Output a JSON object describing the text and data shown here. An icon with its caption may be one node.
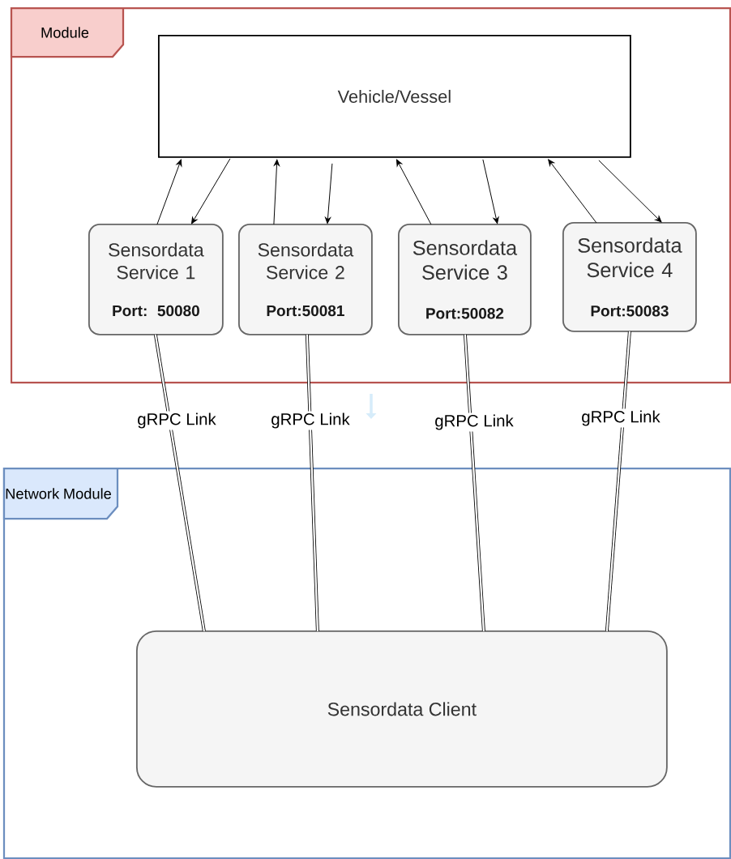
{
  "diagram": {
    "nodes": [
      {
        "text": [
          "Module"
        ]
      },
      {
        "text": [
          "Vehicle/Vessel"
        ],
        "in": 0
      },
      {
        "text": [
          "Sensordata Service 1",
          "Port: 50080"
        ],
        "in": 0
      },
      {
        "text": [
          "Sensordata Service 2",
          "Port:50081"
        ],
        "in": 0
      },
      {
        "text": [
          "Sensordata Service 3",
          "Port:50082"
        ],
        "in": 0
      },
      {
        "text": [
          "Sensordata Service 4",
          "Port:50083"
        ],
        "in": 0
      },
      {
        "text": [
          "Network Module"
        ]
      },
      {
        "text": [
          "Sensordata Client"
        ],
        "in": 6
      }
    ],
    "edges": [
      {
        "from": 2,
        "to": 1,
        "arrow": "to"
      },
      {
        "from": 1,
        "to": 2,
        "arrow": "to"
      },
      {
        "from": 3,
        "to": 1,
        "arrow": "to"
      },
      {
        "from": 1,
        "to": 3,
        "arrow": "to"
      },
      {
        "from": 4,
        "to": 1,
        "arrow": "to"
      },
      {
        "from": 1,
        "to": 4,
        "arrow": "to"
      },
      {
        "from": 5,
        "to": 1,
        "arrow": "to"
      },
      {
        "from": 1,
        "to": 5,
        "arrow": "to"
      },
      {
        "from": 2,
        "to": 7,
        "arrow": "none",
        "label": "gRPC Link",
        "style": "thick"
      },
      {
        "from": 3,
        "to": 7,
        "arrow": "none",
        "label": "gRPC Link",
        "style": "thick"
      },
      {
        "from": 4,
        "to": 7,
        "arrow": "none",
        "label": "gRPC Link",
        "style": "thick"
      },
      {
        "from": 5,
        "to": 7,
        "arrow": "none",
        "label": "gRPC Link",
        "style": "thick"
      }
    ]
  }
}
